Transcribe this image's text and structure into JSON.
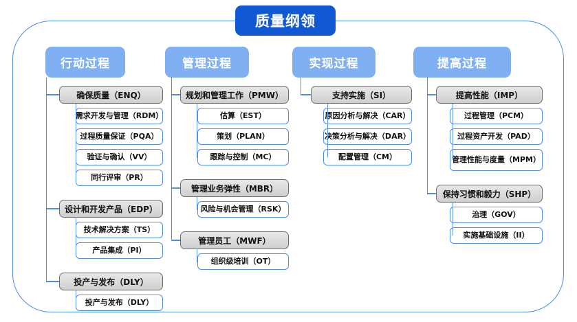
{
  "diagram": {
    "title": "质量纲领",
    "frame_border_color": "#4a8ef0",
    "title_bg_color": "#1158d4",
    "header_bg_color": "#80b0f2",
    "group_border_color": "#6d6d6d",
    "leaf_border_color": "#4a8ef0",
    "columns": [
      {
        "header": "行动过程",
        "groups": [
          {
            "label": "确保质量（ENQ）",
            "children": [
              "需求开发与管理（RDM）",
              "过程质量保证（PQA）",
              "验证与确认（VV）",
              "同行评审（PR）"
            ]
          },
          {
            "label": "设计和开发产品（EDP）",
            "children": [
              "技术解决方案（TS）",
              "产品集成（PI）"
            ]
          },
          {
            "label": "投产与发布（DLY）",
            "children": [
              "投产与发布（DLY）"
            ]
          }
        ]
      },
      {
        "header": "管理过程",
        "groups": [
          {
            "label": "规划和管理工作（PMW）",
            "children": [
              "估算（EST）",
              "策划（PLAN）",
              "跟踪与控制（MC）"
            ]
          },
          {
            "label": "管理业务弹性（MBR）",
            "children": [
              "风险与机会管理（RSK）"
            ]
          },
          {
            "label": "管理员工（MWF）",
            "children": [
              "组织级培训（OT）"
            ]
          }
        ]
      },
      {
        "header": "实现过程",
        "groups": [
          {
            "label": "支持实施（SI）",
            "children": [
              "原因分析与解决（CAR）",
              "决策分析与解决（DAR）",
              "配置管理（CM）"
            ]
          }
        ]
      },
      {
        "header": "提高过程",
        "groups": [
          {
            "label": "提高性能（IMP）",
            "children": [
              "过程管理（PCM）",
              "过程资产开发（PAD）",
              "管理性能与度量\n（MPM）"
            ]
          },
          {
            "label": "保持习惯和毅力（SHP）",
            "children": [
              "治理（GOV）",
              "实施基础设施（II）"
            ]
          }
        ]
      }
    ]
  }
}
